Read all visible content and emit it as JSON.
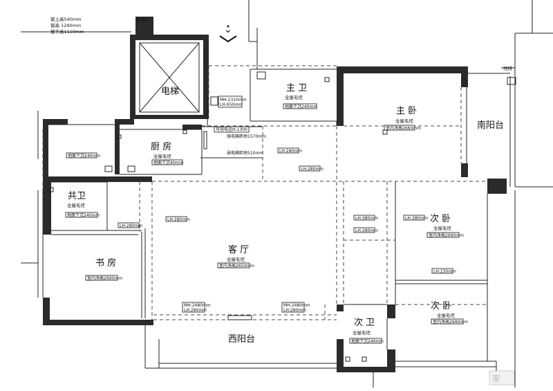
{
  "window_notes": {
    "line1": "窗上高540mm",
    "line2": "窗高 1290mm",
    "line3": "窗下高1110mm"
  },
  "rooms": {
    "elevator": "电梯",
    "shaft_tag": "管道井",
    "master_bath": "主 卫",
    "master_bed": "主 卧",
    "kitchen": "厨 房",
    "common_bath": "共卫",
    "study": "书 房",
    "living": "客 厅",
    "second_bed_upper": "次 卧",
    "second_bed_lower": "次 卧",
    "second_bath": "次 卫",
    "south_balcony": "南阳台",
    "west_balcony": "西阳台",
    "floor_drain": "地排"
  },
  "finish": {
    "master_bath": "全屋毛坯",
    "master_bed": "全屋毛坯",
    "kitchen": "全屋毛坯",
    "common_bath": "全屋毛坯",
    "living": "全屋毛坯",
    "second_bed_upper": "全屋毛坯",
    "second_bed_lower": "全屋毛坯",
    "second_bath": "全屋毛坯"
  },
  "tags": {
    "mh_elev": "MH:2310mm",
    "lh_elev": "LH:650mm",
    "tv_height": "可视电话H:1300",
    "box_high": "强电箱距地1570mm",
    "box_low": "弱电箱距地510mm",
    "lh_280_a": "LH:280mm",
    "lh_280_b": "LH:280mm",
    "lh_280_c": "LH:280mm",
    "lh_280_d": "LH:280mm",
    "lh_280_e": "LH:280mm",
    "lh_380": "LH:380mm",
    "lh_380b": "LH:380mm",
    "lh_230": "LH:230mm",
    "mh_2480_a": "MH:2480mm",
    "lh_280_f": "LH:280mm",
    "mh_2480_b": "MH:2480mm",
    "lh_280_g": "LH:280mm",
    "drop_master_bath": "地面下沉240mm",
    "drop_kitchen": "地面下沉40mm",
    "drop_laundry": "地面下沉240mm",
    "drop_common": "地面下沉240mm",
    "drop_second_bath": "地面下沉240mm",
    "net_master_bed": "室内净高2660mm",
    "net_study": "室内净高2690mm",
    "net_living": "室内净高2650mm",
    "net_bed_upper": "室内净高2690mm",
    "net_bed_lower": "室内净高2690mm"
  },
  "watermark": "家"
}
